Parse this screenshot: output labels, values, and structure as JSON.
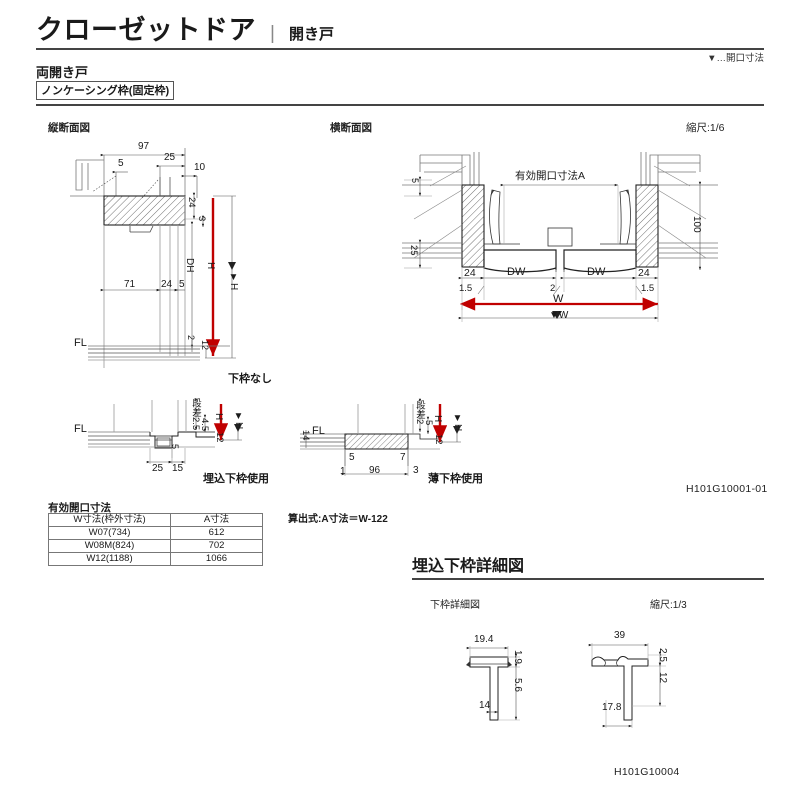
{
  "header": {
    "title": "クローゼットドア",
    "separator": "|",
    "subtitle": "開き戸",
    "opening_note": "▼…開口寸法",
    "section_title": "両開き戸",
    "frame_badge": "ノンケーシング枠(固定枠)"
  },
  "views": {
    "vertical_section_label": "縦断面図",
    "horizontal_section_label": "横断面図",
    "scale_main": "縮尺:1/6",
    "detail_section_title": "埋込下枠詳細図",
    "detail_sub_label": "下枠詳細図",
    "scale_detail": "縮尺:1/3"
  },
  "vertical_section": {
    "dims": {
      "d97": "97",
      "d25": "25",
      "d10": "10",
      "d5_top": "5",
      "d24_head": "24",
      "d3_head": "3",
      "d71": "71",
      "d24_low": "24",
      "d5_low": "5",
      "dh": "DH",
      "h": "H",
      "h_tri": "▼H",
      "d12": "12",
      "d2": "2"
    },
    "fl_label": "FL",
    "caption_no_sill": "下枠なし"
  },
  "embedded_sill_detail": {
    "fl_label": "FL",
    "dims": {
      "step": "段差2.5",
      "d4_5": "4.5",
      "d12": "12",
      "d25": "25",
      "d15": "15",
      "d5": "5",
      "h": "H",
      "h_tri": "▼H"
    },
    "caption": "埋込下枠使用"
  },
  "thin_sill_detail": {
    "fl_label": "FL",
    "dims": {
      "d14": "14",
      "d1": "1",
      "d5": "5",
      "d96": "96",
      "d7": "7",
      "d3": "3",
      "step": "段差2",
      "d5b": "5",
      "d12": "12",
      "h": "H",
      "h_tri": "▼H"
    },
    "caption": "薄下枠使用"
  },
  "horizontal_section": {
    "opening_label": "有効開口寸法A",
    "dims": {
      "d5": "5",
      "d25": "25",
      "d100": "100",
      "d24_left": "24",
      "d24_right": "24",
      "d1_5_left": "1.5",
      "d1_5_right": "1.5",
      "d2_center": "2",
      "dw_left": "DW",
      "dw_right": "DW",
      "w": "W",
      "w_tri": "▼W"
    }
  },
  "table": {
    "caption": "有効開口寸法",
    "headers": [
      "W寸法(枠外寸法)",
      "A寸法"
    ],
    "rows": [
      [
        "W07(734)",
        "612"
      ],
      [
        "W08M(824)",
        "702"
      ],
      [
        "W12(1188)",
        "1066"
      ]
    ],
    "formula": "算出式:A寸法＝W-122"
  },
  "sill_detail_left": {
    "dims": {
      "d19_4": "19.4",
      "d1_9": "1.9",
      "d5_6": "5.6",
      "d14": "14"
    }
  },
  "sill_detail_right": {
    "dims": {
      "d39": "39",
      "d2_5": "2.5",
      "d12": "12",
      "d17_8": "17.8"
    }
  },
  "codes": {
    "main": "H101G10001-01",
    "detail": "H101G10004"
  },
  "colors": {
    "accent_red": "#c00000",
    "line": "#2b2b2b",
    "thin_line": "#999999",
    "rule": "#444444"
  }
}
